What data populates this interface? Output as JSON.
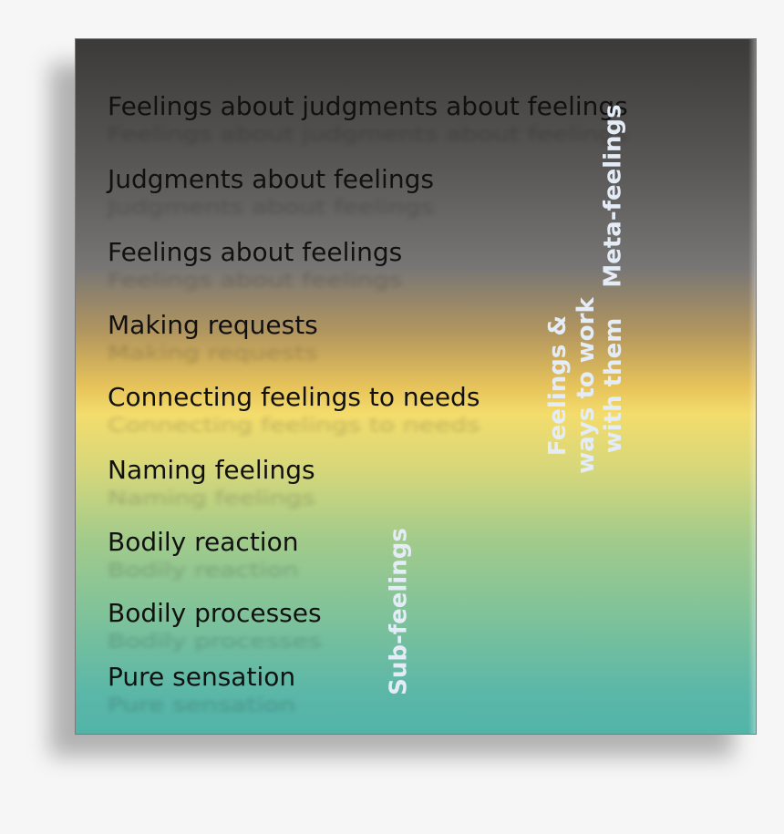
{
  "levels": [
    "Feelings about judgments about feelings",
    "Judgments about feelings",
    "Feelings about feelings",
    "Making requests",
    "Connecting feelings to needs",
    "Naming feelings",
    "Bodily reaction",
    "Bodily processes",
    "Pure sensation"
  ],
  "groups": {
    "meta": "Meta-feelings",
    "ways": [
      "Feelings &",
      "ways to work",
      "with them"
    ],
    "sub": "Sub-feelings"
  },
  "colors": {
    "top": "#3b3a39",
    "middle": "#f3dc6c",
    "bottom": "#52b4a8",
    "group_label": "#e4ecf7"
  }
}
